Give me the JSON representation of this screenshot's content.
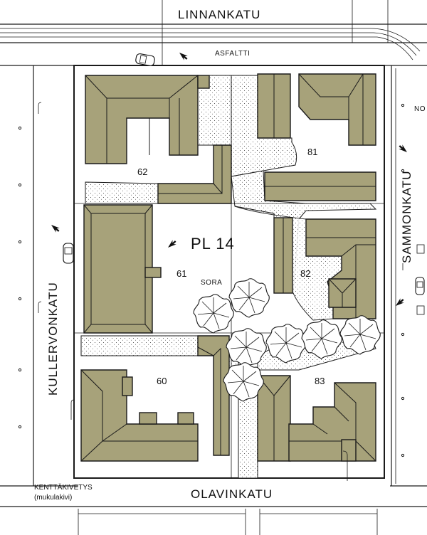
{
  "streets": {
    "north": "LINNANKATU",
    "east": "SAMMONKATU",
    "west": "KULLERVONKATU",
    "south": "OLAVINKATU",
    "north_surface": "ASFALTTI",
    "east_cut": "NO"
  },
  "block": {
    "label": "PL 14",
    "surface": "SORA"
  },
  "plots": [
    "62",
    "81",
    "61",
    "82",
    "60",
    "83"
  ],
  "legend": {
    "line1": "KENTTÄKIVETYS",
    "line2": "(mukulakivi)"
  },
  "colors": {
    "building": "#a7a27a",
    "outline": "#1a1a1a",
    "background": "#ffffff"
  },
  "icons": [
    "arrow-icon",
    "car-icon",
    "tree-icon",
    "lamp-post-icon"
  ]
}
